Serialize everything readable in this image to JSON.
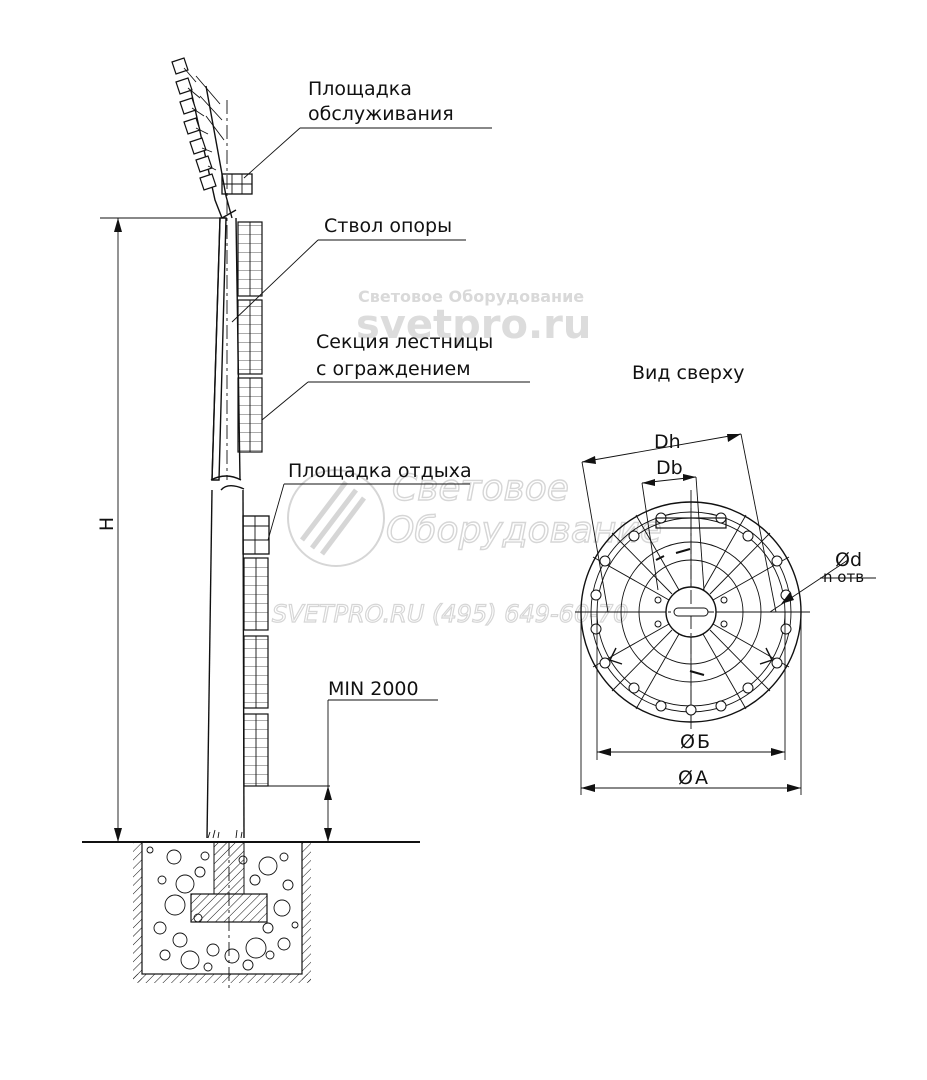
{
  "labels": {
    "service_platform_line1": "Площадка",
    "service_platform_line2": "обслуживания",
    "pole_shaft": "Ствол опоры",
    "ladder_line1": "Секция лестницы",
    "ladder_line2": "с ограждением",
    "rest_platform": "Площадка отдыха",
    "min_height": "MIN 2000",
    "height_dim": "H",
    "top_view_title": "Вид сверху",
    "dim_dh": "Dh",
    "dim_db": "Db",
    "dim_d": "d",
    "dim_n_holes": "n отв",
    "dim_b": "Б",
    "dim_a": "А",
    "diameter_symbol": "Ø"
  },
  "watermark": {
    "line1": "Световое Оборудование",
    "line2": "svetpro.ru",
    "line3a": "Световое",
    "line3b": "Оборудование",
    "line4": "SVETPRO.RU   (495) 649-60-70"
  },
  "colors": {
    "ink": "#111111",
    "watermark": "#d9d9d9"
  }
}
